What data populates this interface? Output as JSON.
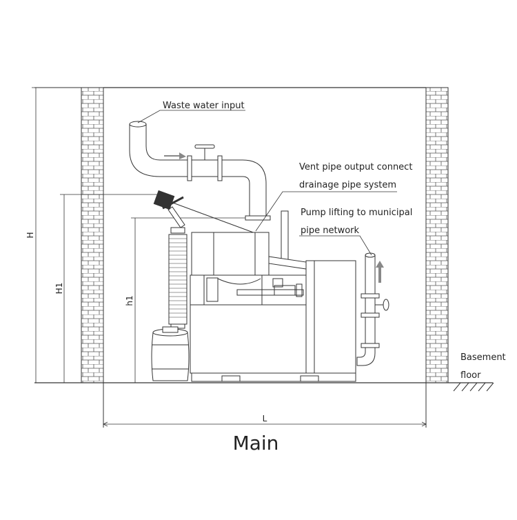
{
  "labels": {
    "waste_input": "Waste water input",
    "vent_line1": "Vent pipe output connect",
    "vent_line2": "drainage pipe system",
    "pump_line1": "Pump lifting to municipal",
    "pump_line2": "pipe network",
    "basement_line1": "Basement",
    "basement_line2": "floor"
  },
  "dimensions": {
    "H": "H",
    "H1": "H1",
    "h1": "h1",
    "L": "L"
  },
  "caption": "Main",
  "colors": {
    "line": "#333333",
    "flow_arrow": "#888888"
  }
}
